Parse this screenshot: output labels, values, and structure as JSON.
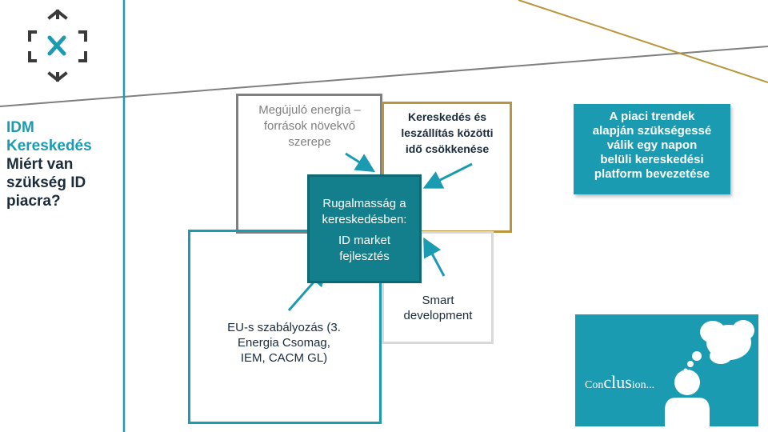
{
  "title": {
    "line1": "IDM Kereskedés",
    "line2": "Miért van szükség ID piacra?"
  },
  "boxes": {
    "renewable": "Megújuló energia –\nforrások növekvő\nszerepe",
    "trading_time": "Kereskedés és\nleszállítás közötti\nidő csökkenése",
    "smart": "Smart\ndevelopment",
    "eu": "EU-s szabályozás (3.\nEnergia Csomag,\nIEM, CACM GL)",
    "center_line1": "Rugalmasság a\nkereskedésben:",
    "center_line2": "ID market\nfejlesztés"
  },
  "trend_box": "A piaci trendek\nalapján szükségessé\nválik egy napon\nbelüli kereskedési\nplatform bevezetése",
  "conclusion": {
    "part1": "Con",
    "part2": "clus",
    "part3": "ion..."
  },
  "colors": {
    "teal": "#1a9bb2",
    "dark_teal": "#137f8c",
    "gold": "#b8963e",
    "gray": "#7f7f7f",
    "light_gray": "#d9d9d9",
    "navy": "#1a2b3c"
  }
}
